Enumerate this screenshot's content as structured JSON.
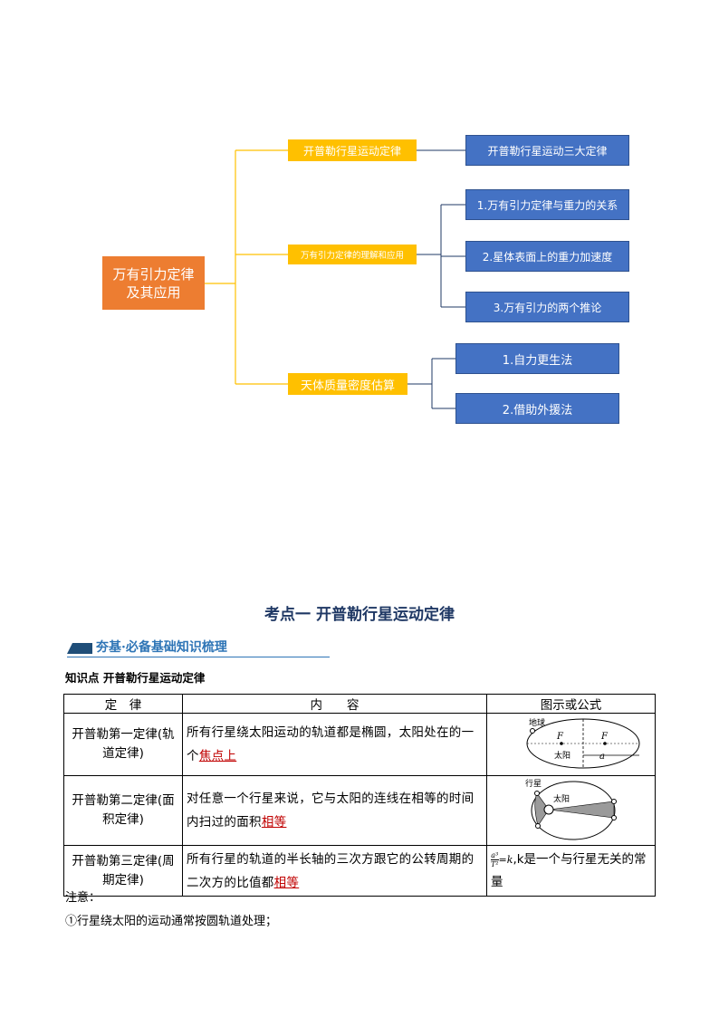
{
  "mindmap": {
    "root": "万有引力定律及其应用",
    "branches": [
      {
        "label": "开普勒行星运动定律",
        "children": [
          "开普勒行星运动三大定律"
        ]
      },
      {
        "label": "万有引力定律的理解和应用",
        "children": [
          "1.万有引力定律与重力的关系",
          "2.星体表面上的重力加速度",
          "3.万有引力的两个推论"
        ]
      },
      {
        "label": "天体质量密度估算",
        "children": [
          "1.自力更生法",
          "2.借助外援法"
        ]
      }
    ]
  },
  "section_title": "考点一  开普勒行星运动定律",
  "banner": "夯基·必备基础知识梳理",
  "knowledge_point": "知识点  开普勒行星运动定律",
  "table": {
    "headers": [
      "定　律",
      "内　　容",
      "图示或公式"
    ],
    "rows": [
      {
        "law": "开普勒第一定律(轨道定律)",
        "content": "所有行星绕太阳运动的轨道都是椭圆，太阳处在的一个",
        "highlight": "焦点上",
        "content_after": ""
      },
      {
        "law": "开普勒第二定律(面积定律)",
        "content": "对任意一个行星来说，它与太阳的连线在相等的时间内扫过的面积",
        "highlight": "相等",
        "content_after": ""
      },
      {
        "law": "开普勒第三定律(周期定律)",
        "content": "所有行星的轨道的半长轴的三次方跟它的公转周期的二次方的比值都",
        "highlight": "相等",
        "content_after": ""
      }
    ],
    "diagram1": {
      "earth": "地球",
      "sun": "太阳",
      "focus": "F",
      "axis": "a"
    },
    "diagram2": {
      "planet": "行星",
      "sun": "太阳"
    },
    "formula": {
      "numerator": "a³",
      "denominator": "T²",
      "rhs": "=k",
      "text": ",k是一个与行星无关的常量"
    }
  },
  "note_label": "注意：",
  "note_1": "①行星绕太阳的运动通常按圆轨道处理；",
  "colors": {
    "root": "#ED7D31",
    "mid": "#FFC000",
    "leaf": "#4472C4",
    "line": "#FFC000"
  }
}
